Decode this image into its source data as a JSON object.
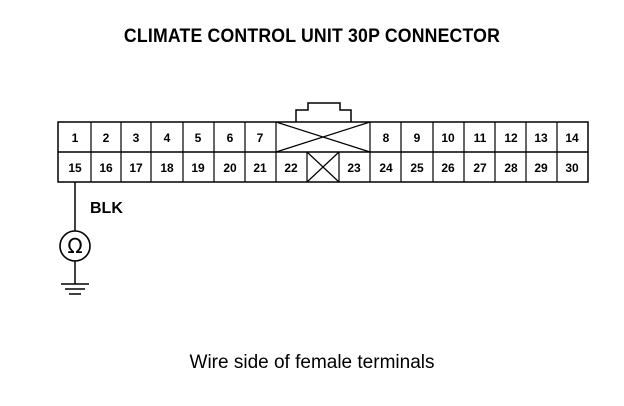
{
  "title": "CLIMATE CONTROL UNIT 30P CONNECTOR",
  "caption": "Wire side of female terminals",
  "connector": {
    "top_row": [
      "1",
      "2",
      "3",
      "4",
      "5",
      "6",
      "7",
      "",
      "",
      "8",
      "9",
      "10",
      "11",
      "12",
      "13",
      "14"
    ],
    "bottom_row": [
      "15",
      "16",
      "17",
      "18",
      "19",
      "20",
      "21",
      "22",
      "",
      "23",
      "24",
      "25",
      "26",
      "27",
      "28",
      "29",
      "30"
    ]
  },
  "wire": {
    "terminal": "15",
    "color_label": "BLK"
  },
  "meter": {
    "symbol": "Ω",
    "icon": "ohmmeter-icon"
  },
  "ground": {
    "icon": "ground-icon"
  }
}
